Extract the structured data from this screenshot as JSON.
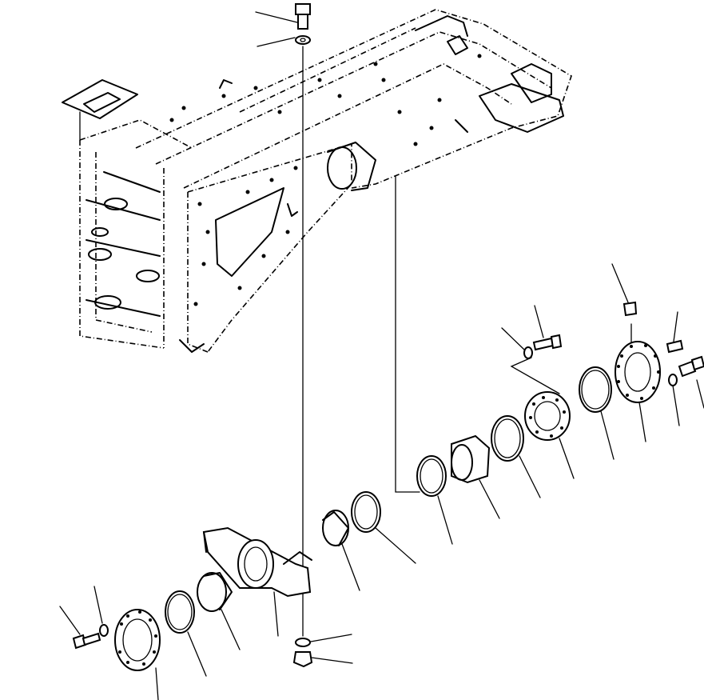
{
  "figure": {
    "kind": "exploded-parts-diagram",
    "background": "#ffffff",
    "line_color": "#000000",
    "labels_printed": false
  },
  "parts": [
    {
      "id": "frame",
      "icon": "rear-frame"
    },
    {
      "id": "top-bolt",
      "icon": "bolt"
    },
    {
      "id": "top-washer",
      "icon": "washer"
    },
    {
      "id": "pivot-arm",
      "icon": "axle-support"
    },
    {
      "id": "bottom-washer",
      "icon": "washer"
    },
    {
      "id": "bottom-nut",
      "icon": "nut"
    },
    {
      "id": "left-bolt",
      "icon": "bolt"
    },
    {
      "id": "left-washer",
      "icon": "washer"
    },
    {
      "id": "left-cover",
      "icon": "bolted-cover"
    },
    {
      "id": "left-seal",
      "icon": "seal-ring"
    },
    {
      "id": "left-bushing",
      "icon": "bushing"
    },
    {
      "id": "center-ring-1",
      "icon": "seal-ring"
    },
    {
      "id": "center-ring-2",
      "icon": "seal-ring"
    },
    {
      "id": "right-ring-1",
      "icon": "seal-ring"
    },
    {
      "id": "right-bushing",
      "icon": "bushing"
    },
    {
      "id": "right-ring-2",
      "icon": "seal-ring"
    },
    {
      "id": "right-plate",
      "icon": "bolted-plate"
    },
    {
      "id": "right-seal",
      "icon": "seal-ring"
    },
    {
      "id": "right-cover",
      "icon": "bolted-cover"
    },
    {
      "id": "right-bolts",
      "icon": "bolt"
    },
    {
      "id": "right-washers",
      "icon": "washer"
    }
  ]
}
